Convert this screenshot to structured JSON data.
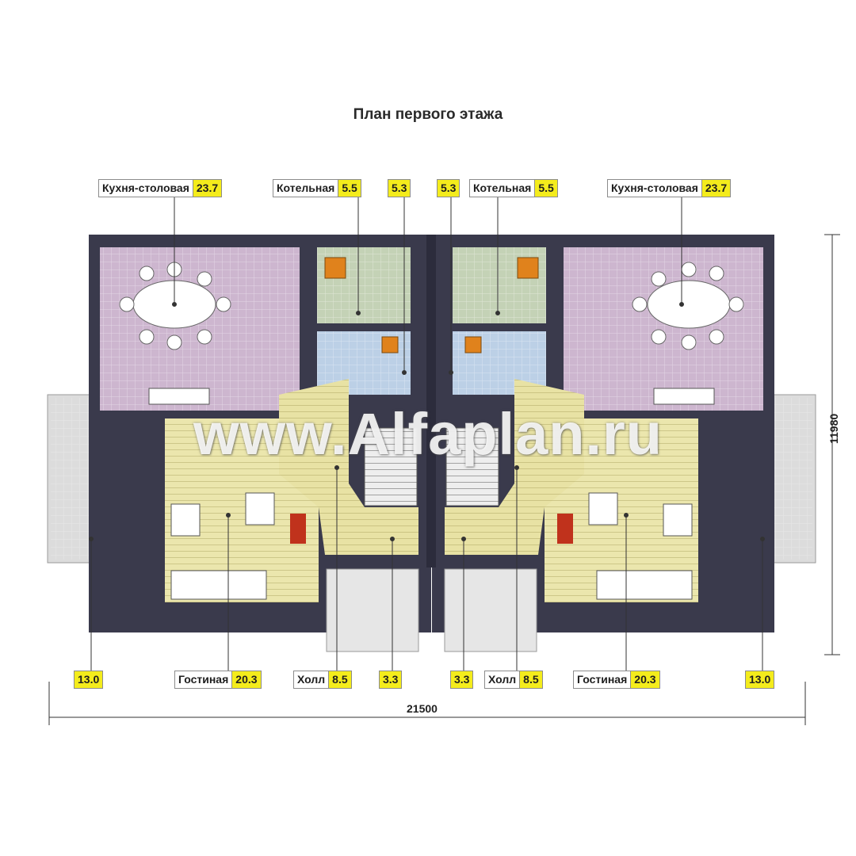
{
  "title": "План первого этажа",
  "rooms": {
    "kitchen_left": {
      "name": "Кухня-столовая",
      "area": "23.7"
    },
    "boiler_left": {
      "name": "Котельная",
      "area": "5.5"
    },
    "bath_left": {
      "area": "5.3"
    },
    "bath_right": {
      "area": "5.3"
    },
    "boiler_right": {
      "name": "Котельная",
      "area": "5.5"
    },
    "kitchen_right": {
      "name": "Кухня-столовая",
      "area": "23.7"
    },
    "terrace_left": {
      "area": "13.0"
    },
    "living_left": {
      "name": "Гостиная",
      "area": "20.3"
    },
    "hall_left": {
      "name": "Холл",
      "area": "8.5"
    },
    "porch_left": {
      "area": "3.3"
    },
    "porch_right": {
      "area": "3.3"
    },
    "hall_right": {
      "name": "Холл",
      "area": "8.5"
    },
    "living_right": {
      "name": "Гостиная",
      "area": "20.3"
    },
    "terrace_right": {
      "area": "13.0"
    }
  },
  "dimensions": {
    "width": "21500",
    "depth": "11980"
  },
  "watermark": "www.Alfaplan.ru",
  "colors": {
    "kitchen": "#cdb6cf",
    "boiler": "#c4d2b6",
    "bath": "#bcd0e6",
    "hall": "#e8e2a4",
    "living": "#ebe6ad",
    "wall": "#3a3a4c",
    "terrace": "#d8d8d8",
    "area_tag": "#f4ec1c"
  }
}
